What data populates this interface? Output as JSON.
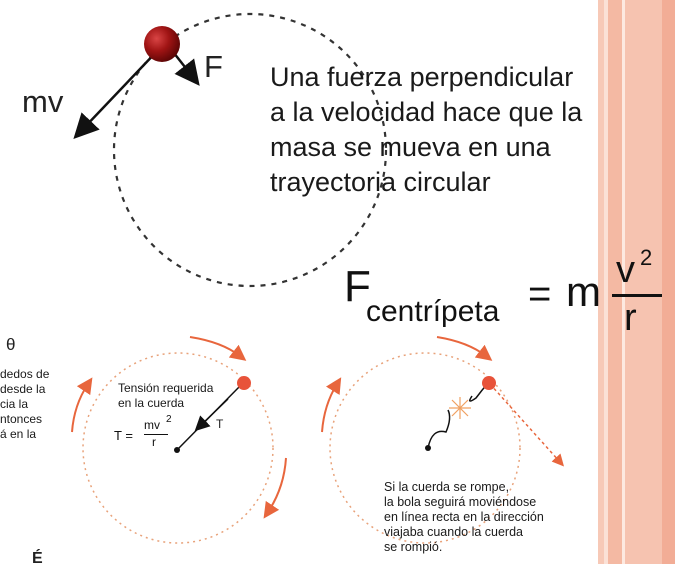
{
  "top_diagram": {
    "mv_label": "mv",
    "f_label": "F",
    "description_lines": [
      "Una fuerza perpendicular",
      "a la velocidad hace que la",
      "masa se mueva en una",
      "trayectoria circular"
    ]
  },
  "formula": {
    "F": "F",
    "subscript": "centrípeta",
    "equals": "=",
    "m": "m",
    "numerator": "v",
    "numerator_exp": "2",
    "denominator": "r"
  },
  "left_cut": {
    "theta": "θ",
    "lines": [
      "dedos de",
      "desde la",
      "cia la",
      "ntonces",
      "á en la"
    ]
  },
  "bottom_left": {
    "tension_lines": [
      "Tensión requerida",
      "en la cuerda"
    ],
    "T_label": "T",
    "eq_T": "T =",
    "eq_num": "mv",
    "eq_exp": "2",
    "eq_den": "r"
  },
  "bottom_right": {
    "lines": [
      "Si la cuerda se rompe,",
      "la bola seguirá moviéndose",
      "en línea recta en la dirección",
      "viajaba cuando la cuerda",
      "se rompió."
    ]
  },
  "bottom_edge_glyph": "É",
  "colors": {
    "ball_dark_red": "#8b0a0a",
    "ball_orange": "#e8533a",
    "arrow_orange": "#e8663d",
    "stripe_salmon": "#f4b9a3",
    "stripe_dark": "#e89a80"
  }
}
